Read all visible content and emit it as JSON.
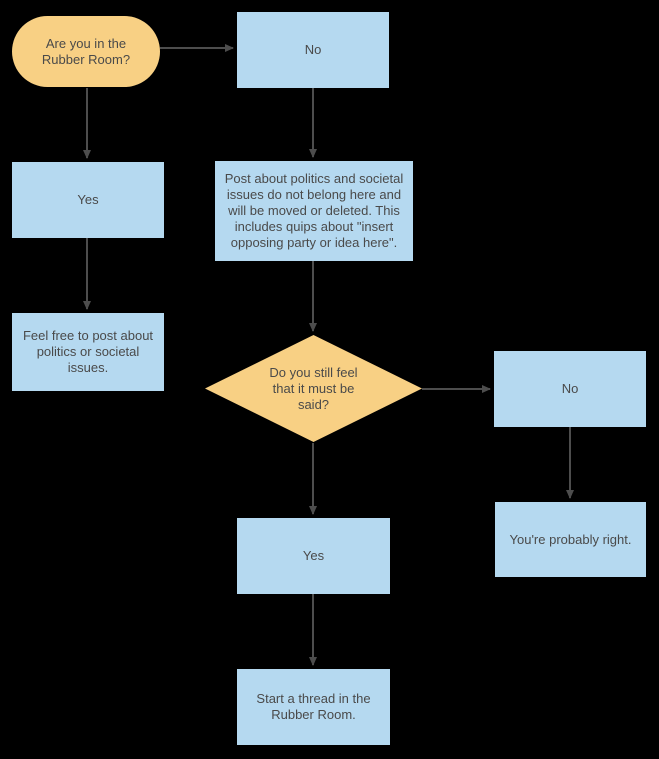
{
  "diagram": {
    "colors": {
      "background": "#000000",
      "process_fill": "#b5d9f0",
      "decision_fill": "#f8d084",
      "text": "#4a4a4a",
      "connector": "#4d4d4d"
    },
    "nodes": {
      "start": {
        "type": "terminator",
        "label": "Are you in the\nRubber Room?"
      },
      "no_top": {
        "type": "process",
        "label": "No"
      },
      "yes_left": {
        "type": "process",
        "label": "Yes"
      },
      "policy": {
        "type": "process",
        "label": "Post about politics and societal\nissues do not belong here and\nwill be moved or deleted. This\nincludes quips about \"insert\nopposing party or idea here\"."
      },
      "feel_free": {
        "type": "process",
        "label": "Feel free to post about\npolitics or societal\nissues."
      },
      "decision": {
        "type": "decision",
        "label": "Do you still feel\nthat it must be\nsaid?"
      },
      "no_right": {
        "type": "process",
        "label": "No"
      },
      "probably_right": {
        "type": "process",
        "label": "You're probably right."
      },
      "yes_bottom": {
        "type": "process",
        "label": "Yes"
      },
      "start_thread": {
        "type": "process",
        "label": "Start a thread in the\nRubber Room."
      }
    },
    "edges": [
      {
        "from": "start",
        "to": "no_top"
      },
      {
        "from": "start",
        "to": "yes_left"
      },
      {
        "from": "no_top",
        "to": "policy"
      },
      {
        "from": "yes_left",
        "to": "feel_free"
      },
      {
        "from": "policy",
        "to": "decision"
      },
      {
        "from": "decision",
        "to": "no_right"
      },
      {
        "from": "decision",
        "to": "yes_bottom"
      },
      {
        "from": "no_right",
        "to": "probably_right"
      },
      {
        "from": "yes_bottom",
        "to": "start_thread"
      }
    ]
  }
}
